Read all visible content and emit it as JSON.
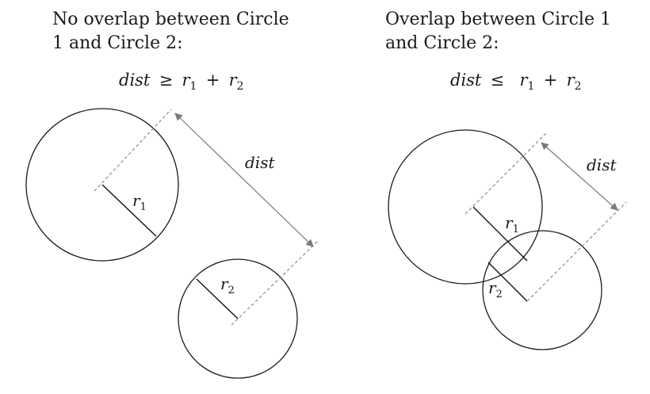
{
  "panels": [
    {
      "caption_line1": "No overlap between Circle",
      "caption_line2": "1 and Circle 2:",
      "formula": {
        "lhs": "dist",
        "op": "≥",
        "r1": "r",
        "r1_sub": "1",
        "plus": "+",
        "r2": "r",
        "r2_sub": "2"
      },
      "dist_label": "dist",
      "r1_label": "r",
      "r1_sub": "1",
      "r2_label": "r",
      "r2_sub": "2"
    },
    {
      "caption_line1": "Overlap between Circle 1",
      "caption_line2": "and Circle 2:",
      "formula": {
        "lhs": "dist",
        "op": "≤",
        "r1": "r",
        "r1_sub": "1",
        "plus": "+",
        "r2": "r",
        "r2_sub": "2"
      },
      "dist_label": "dist",
      "r1_label": "r",
      "r1_sub": "1",
      "r2_label": "r",
      "r2_sub": "2"
    }
  ],
  "colors": {
    "stroke": "#1a1a1a",
    "dashed": "#8c8c8c",
    "arrow": "#7a7a7a"
  }
}
